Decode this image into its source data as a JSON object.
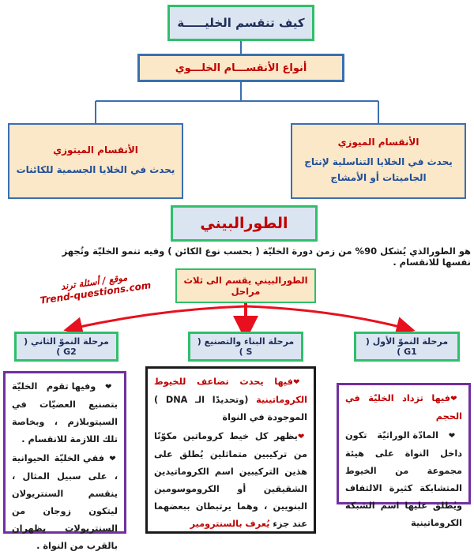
{
  "title": "كيف تنقسم الخليـــــة",
  "types": "أنواع الأنقســـام الخلـــوي",
  "mitosis": {
    "title": "الأنقسام الميتوزي",
    "desc": "يحدث في الخلايا الجسمية للكائنات"
  },
  "meiosis": {
    "title": "الأنقسام الميوزي",
    "desc": "يحدث في الخلايا التناسلية لإنتاج الجاميتات أو الأمشاج"
  },
  "interphase": {
    "title": "الطورالبيني",
    "desc": "هو الطورالذي يُشكل 90% من زمن دورة الخليّة ( بحسب نوع الكائن ) وفيه تنمو الخليّة وتُجهز نفسها للانقسام .",
    "stages": "الطورالبيني يقسم الى ثلاث مراحل"
  },
  "watermark": {
    "line1": "موقع / أسئلة ترند",
    "line2": "Trend-questions.com"
  },
  "phases": {
    "g2": "مرحلة النموّ الثاني ( G2 )",
    "s": "مرحلة البناء والتصنيع ( S )",
    "g1": "مرحلة النموّ الأول ( G1 )"
  },
  "g2_content": {
    "p1": "وفيها تقوم الخليّة بتصنيع العضيّات في السيتوبلازم ، وبخاصة تلك اللازمة للانقسام .",
    "p2": "ففي الخليّة الحيوانية ، على سبيل المثال ، ينقسم السنتريولان ليتكون زوجان من السنتريولات يظهران بالقرب من النواة ."
  },
  "s_content": {
    "p1_red": "فيها يحدث تضاعف للخيوط الكروماتينية",
    "p1_rest": "(وتحديدًا الـ DNA ) الموجودة في النواة",
    "p2": "يظهر كل خيط كروماتين مكوّنًا من تركيبين متماثلين يُطلق على هذين التركيبين اسم الكروماتيدين الشقيقين أو الكروموسومين البنويين ، وهما يرتبطان ببعضهما عند جزء",
    "p2_red": "يُعرف بالسنترومير"
  },
  "g1_content": {
    "p1_red": "فيها تزداد الخليّة في الحجم",
    "p2": "المادّة الوراثيّة تكون داخل النواة على هيئة مجموعة من الخيوط المتشابكة كثيرة الالتفاف ويُطلق عليها اسم الشبكة الكروماتينية"
  },
  "colors": {
    "arrow": "#e8101e",
    "line": "#3a6fb0",
    "green_border": "#2fbf6a",
    "purple_border": "#7030a0"
  },
  "icons": {
    "bullet": "heart-icon"
  }
}
